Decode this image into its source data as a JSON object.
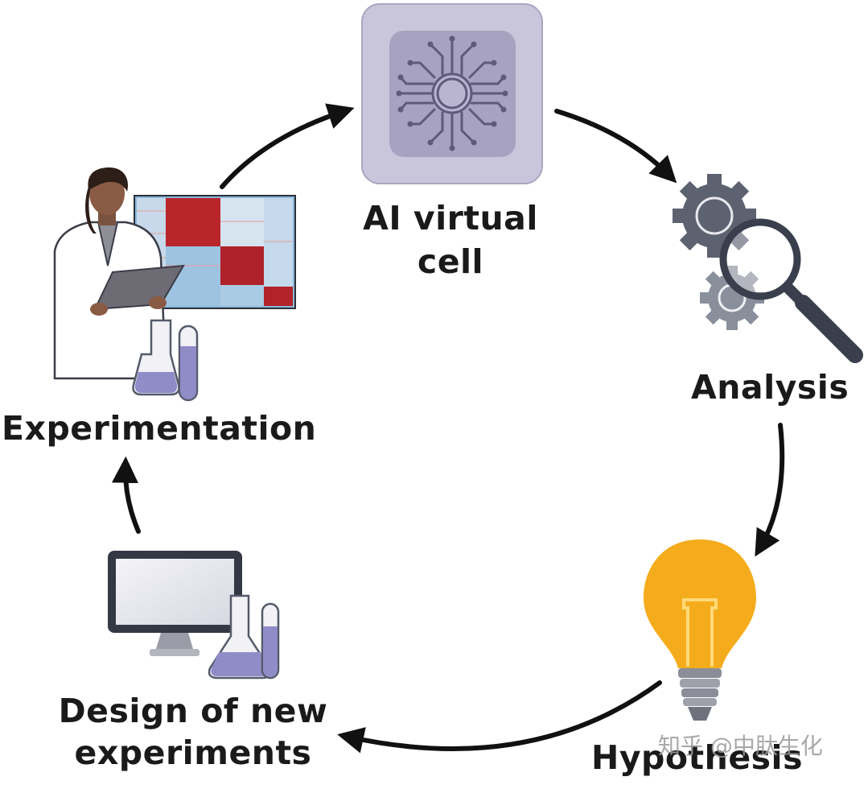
{
  "nodes": {
    "ai_cell": {
      "line1": "AI virtual",
      "line2": "cell"
    },
    "analysis": {
      "label": "Analysis"
    },
    "hypothesis": {
      "label": "Hypothesis"
    },
    "design": {
      "line1": "Design of new",
      "line2": "experiments"
    },
    "experimentation": {
      "label": "Experimentation"
    }
  },
  "watermark": "知乎 @中肽生化",
  "colors": {
    "text": "#1a1a1a",
    "arrow": "#111111",
    "chip_bg": "#c9c6db",
    "chip_inner": "#a6a2c0",
    "chip_trace": "#5e5a7a",
    "gear": "#5d6270",
    "gear_light": "#8a8f9c",
    "bulb": "#f5ac1c",
    "bulb_base": "#8b8e99",
    "monitor": "#343845",
    "liquid": "#8f8cc8"
  }
}
